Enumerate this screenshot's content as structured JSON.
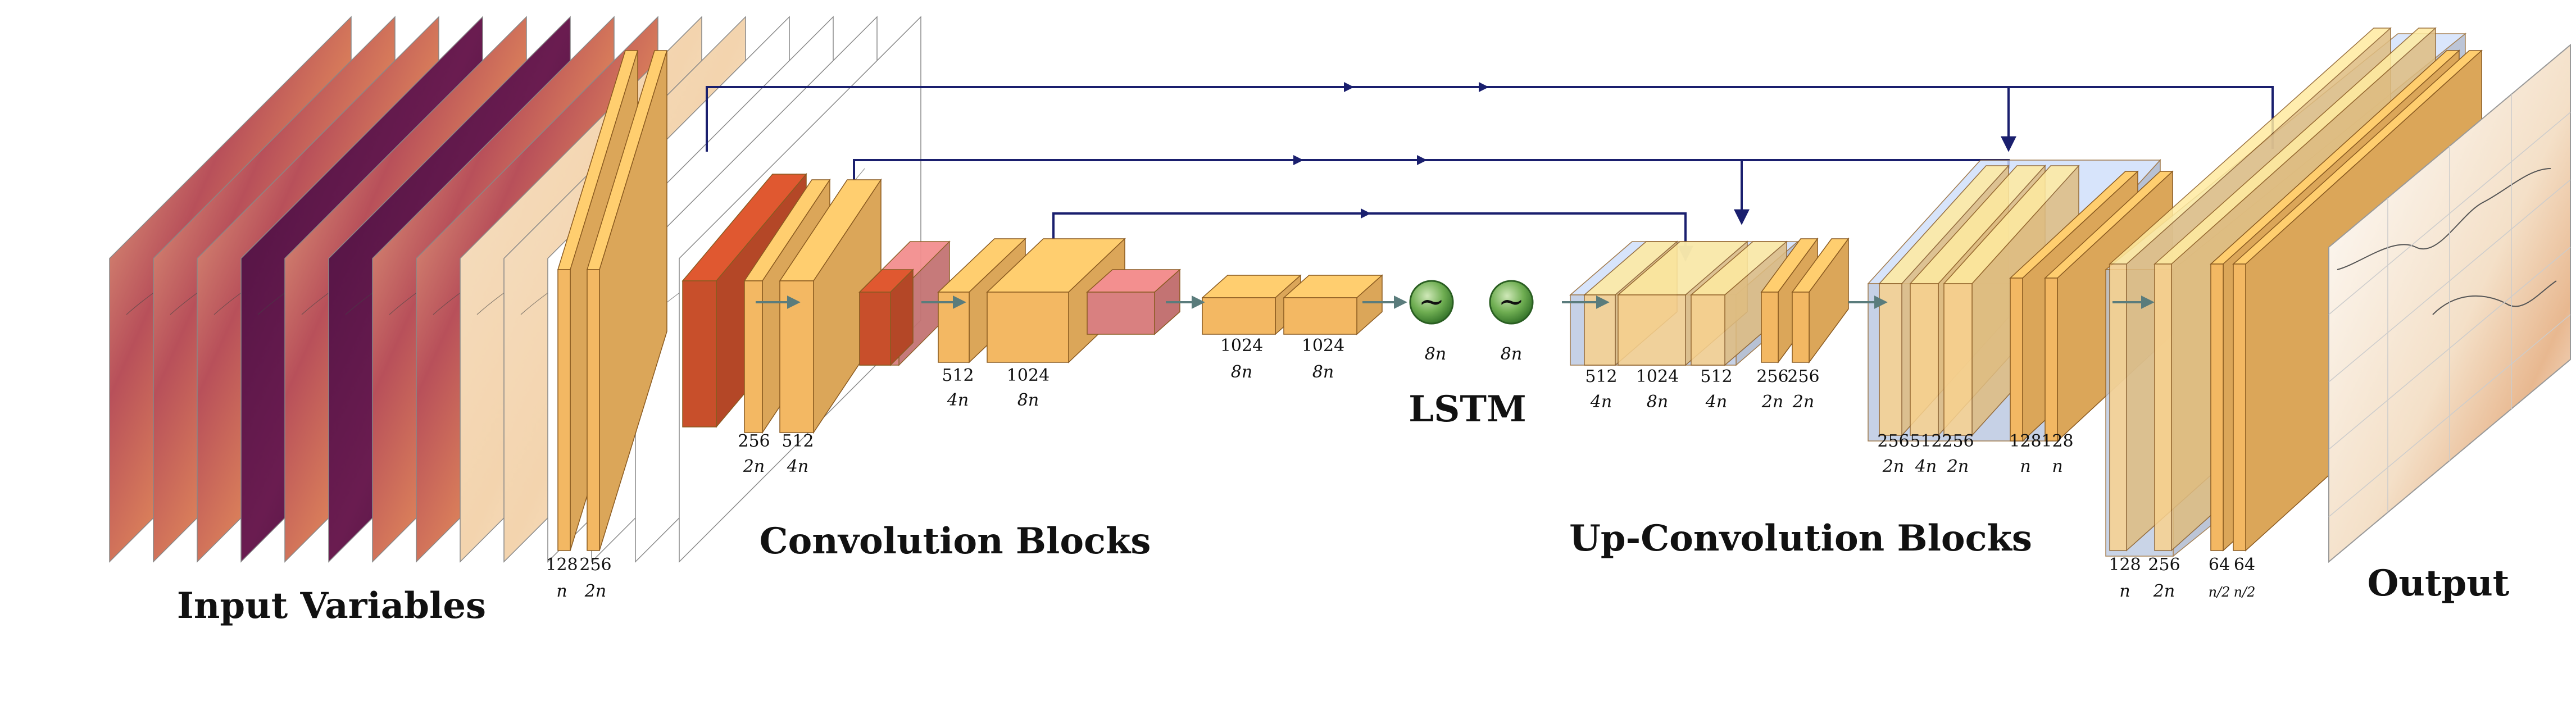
{
  "titles": {
    "input": "Input Variables",
    "conv": "Convolution Blocks",
    "lstm": "LSTM",
    "upconv": "Up-Convolution Blocks",
    "output": "Output"
  },
  "colors": {
    "block": "#f3b863",
    "block_light": "#f8d28f",
    "block_dark": "#e49a3c",
    "pool": "#c84f2b",
    "pool_light": "#d98080",
    "skip": "#1a1f6e",
    "flow": "#5a7c7c",
    "upbox": "#b8c6e0",
    "lstm": "#4c9a3f"
  },
  "input_maps": {
    "count": 14
  },
  "conv_blocks": [
    {
      "name": "enc1-a",
      "channels": "128",
      "size": "n"
    },
    {
      "name": "enc1-b",
      "channels": "256",
      "size": "2n"
    },
    {
      "name": "enc2-a",
      "channels": "256",
      "size": "2n"
    },
    {
      "name": "enc2-b",
      "channels": "512",
      "size": "4n"
    },
    {
      "name": "enc3-a",
      "channels": "512",
      "size": "4n"
    },
    {
      "name": "enc3-b",
      "channels": "1024",
      "size": "8n"
    },
    {
      "name": "bott-a",
      "channels": "1024",
      "size": "8n"
    },
    {
      "name": "bott-b",
      "channels": "1024",
      "size": "8n"
    }
  ],
  "lstm_cells": [
    {
      "symbol": "~",
      "size": "8n"
    },
    {
      "symbol": "~",
      "size": "8n"
    }
  ],
  "up_blocks": [
    {
      "name": "dec1",
      "labels": [
        {
          "channels": "512",
          "size": "4n"
        },
        {
          "channels": "1024",
          "size": "8n"
        },
        {
          "channels": "512",
          "size": "4n"
        }
      ]
    },
    {
      "name": "dec1-out",
      "labels": [
        {
          "channels": "256",
          "size": "2n"
        },
        {
          "channels": "256",
          "size": "2n"
        }
      ]
    },
    {
      "name": "dec2",
      "labels": [
        {
          "channels": "256",
          "size": "2n"
        },
        {
          "channels": "512",
          "size": "4n"
        },
        {
          "channels": "256",
          "size": "2n"
        }
      ]
    },
    {
      "name": "dec2-out",
      "labels": [
        {
          "channels": "128",
          "size": "n"
        },
        {
          "channels": "128",
          "size": "n"
        }
      ]
    },
    {
      "name": "dec3",
      "labels": [
        {
          "channels": "128",
          "size": "n"
        },
        {
          "channels": "256",
          "size": "2n"
        }
      ]
    },
    {
      "name": "dec3-out",
      "labels": [
        {
          "channels": "64",
          "size": "n/2"
        },
        {
          "channels": "64",
          "size": "n/2"
        }
      ]
    }
  ]
}
